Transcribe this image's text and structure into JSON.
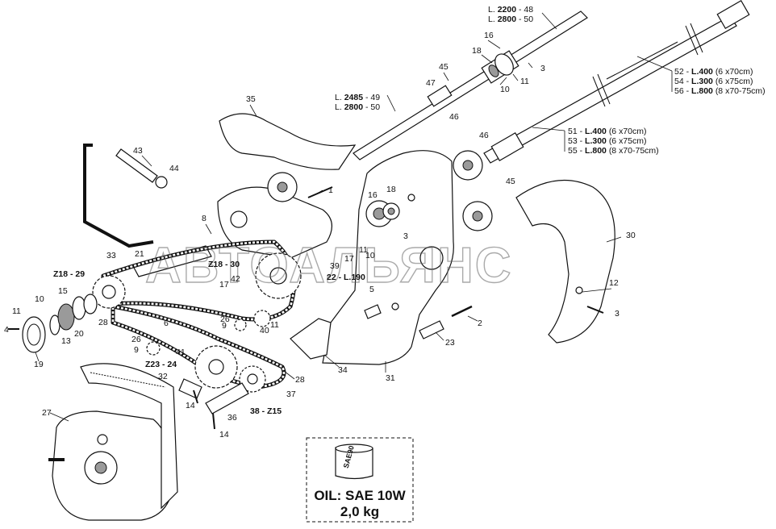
{
  "watermark": "АВТОАЛЬЯНС",
  "oil_box": {
    "line1": "OIL: SAE 10W",
    "line2": "2,0 kg",
    "can_label": "SAE90"
  },
  "shaft_lengths_top": [
    {
      "prefix": "L. ",
      "len": "2200",
      "num": "48"
    },
    {
      "prefix": "L. ",
      "len": "2800",
      "num": "50"
    }
  ],
  "shaft_lengths_mid": [
    {
      "prefix": "L. ",
      "len": "2485",
      "num": "49"
    },
    {
      "prefix": "L. ",
      "len": "2800",
      "num": "50"
    }
  ],
  "shaft_variants_upper": [
    {
      "num": "52",
      "len": "L.400",
      "spec": "(6 x70cm)"
    },
    {
      "num": "54",
      "len": "L.300",
      "spec": "(6 x75cm)"
    },
    {
      "num": "56",
      "len": "L.800",
      "spec": "(8 x70-75cm)"
    }
  ],
  "shaft_variants_lower": [
    {
      "num": "51",
      "len": "L.400",
      "spec": "(6 x70cm)"
    },
    {
      "num": "53",
      "len": "L.300",
      "spec": "(6 x75cm)"
    },
    {
      "num": "55",
      "len": "L.800",
      "spec": "(8 x70-75cm)"
    }
  ],
  "sprocket_labels": {
    "z18_29": "Z18 - 29",
    "z18_30": "Z18 - 30",
    "z23_24": "Z23 - 24",
    "z15_38": "38 - Z15",
    "l190": "22 - L.190"
  },
  "part_numbers": {
    "p1": "1",
    "p2": "2",
    "p3a": "3",
    "p3b": "3",
    "p3c": "3",
    "p4": "4",
    "p5": "5",
    "p6": "6",
    "p8": "8",
    "p9a": "9",
    "p9b": "9",
    "p10a": "10",
    "p10b": "10",
    "p10c": "10",
    "p11a": "11",
    "p11b": "11",
    "p11c": "11",
    "p11d": "11",
    "p12": "12",
    "p13": "13",
    "p14a": "14",
    "p14b": "14",
    "p15": "15",
    "p16a": "16",
    "p16b": "16",
    "p17a": "17",
    "p17b": "17",
    "p18a": "18",
    "p18b": "18",
    "p19": "19",
    "p20": "20",
    "p21": "21",
    "p23": "23",
    "p26a": "26",
    "p26b": "26",
    "p27": "27",
    "p28a": "28",
    "p28b": "28",
    "p30": "30",
    "p31": "31",
    "p32": "32",
    "p33": "33",
    "p34": "34",
    "p35": "35",
    "p36": "36",
    "p37": "37",
    "p39": "39",
    "p40": "40",
    "p41": "41",
    "p42": "42",
    "p43": "43",
    "p44": "44",
    "p45a": "45",
    "p45b": "45",
    "p46a": "46",
    "p46b": "46",
    "p47": "47"
  }
}
